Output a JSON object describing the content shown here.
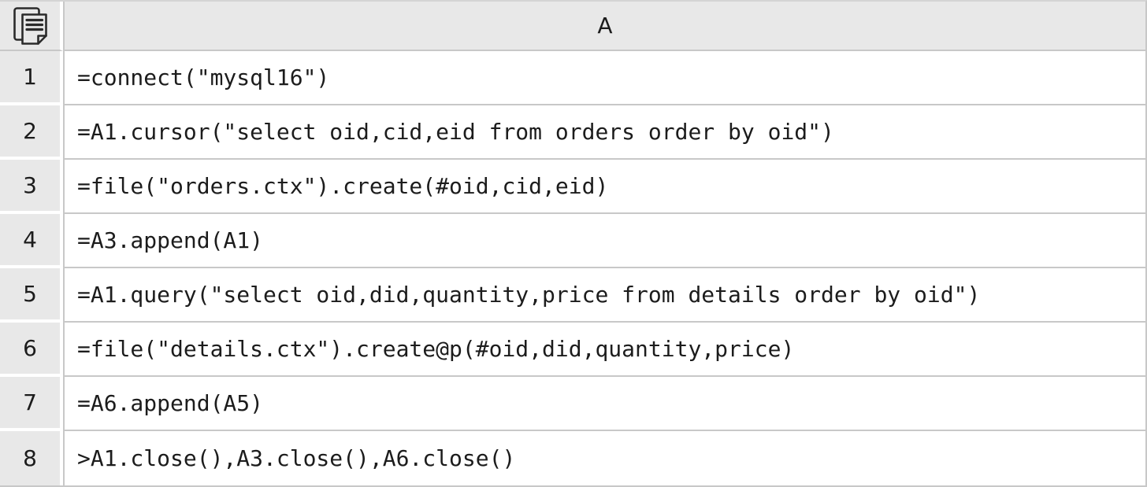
{
  "corner": {
    "icon": "copy-pages-icon"
  },
  "header": {
    "column_label": "A"
  },
  "rows": [
    {
      "num": "1",
      "code": "=connect(\"mysql16\")"
    },
    {
      "num": "2",
      "code": "=A1.cursor(\"select oid,cid,eid from orders order by oid\")"
    },
    {
      "num": "3",
      "code": "=file(\"orders.ctx\").create(#oid,cid,eid)"
    },
    {
      "num": "4",
      "code": "=A3.append(A1)"
    },
    {
      "num": "5",
      "code": "=A1.query(\"select oid,did,quantity,price from details order by oid\")"
    },
    {
      "num": "6",
      "code": "=file(\"details.ctx\").create@p(#oid,did,quantity,price)"
    },
    {
      "num": "7",
      "code": "=A6.append(A5)"
    },
    {
      "num": "8",
      "code": ">A1.close(),A3.close(),A6.close()"
    }
  ],
  "colors": {
    "header_bg": "#e8e8e8",
    "grid_line": "#c8c8c8",
    "cell_bg": "#ffffff",
    "text": "#1c1c1c"
  }
}
